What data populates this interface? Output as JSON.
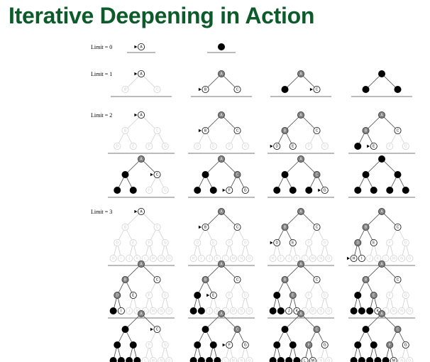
{
  "title": "Iterative Deepening in Action",
  "colors": {
    "title": "#0d5a2a",
    "expanded": "#808080",
    "goal": "#000000",
    "unexplored": "#d0d0d0",
    "current_fill": "#ffffff",
    "ground": "#777777"
  },
  "legend_states": {
    "current": "open node with marker arrow",
    "frontier": "open node",
    "expanded": "gray node",
    "done": "black node",
    "unexplored": "light gray node"
  },
  "node_labels": [
    "A",
    "B",
    "C",
    "D",
    "E",
    "F",
    "G",
    "H",
    "I",
    "J",
    "K",
    "L",
    "M",
    "N",
    "O"
  ],
  "rows": [
    {
      "label": "Limit = 0",
      "depth": 0,
      "panels": [
        {
          "states": [
            "C"
          ]
        },
        {
          "states": [
            "X"
          ]
        }
      ]
    },
    {
      "label": "Limit = 1",
      "depth": 1,
      "panels": [
        {
          "states": [
            "C",
            "u",
            "u"
          ]
        },
        {
          "states": [
            "E",
            "C",
            "F"
          ]
        },
        {
          "states": [
            "E",
            "X",
            "C"
          ]
        },
        {
          "states": [
            "X",
            "X",
            "X"
          ]
        }
      ]
    },
    {
      "label": "Limit = 2",
      "depth": 2,
      "panels": [
        {
          "states": [
            "C",
            "u",
            "u",
            "u",
            "u",
            "u",
            "u"
          ]
        },
        {
          "states": [
            "E",
            "C",
            "F",
            "u",
            "u",
            "u",
            "u"
          ]
        },
        {
          "states": [
            "E",
            "E",
            "F",
            "C",
            "F",
            "u",
            "u"
          ]
        },
        {
          "states": [
            "E",
            "E",
            "F",
            "X",
            "C",
            "u",
            "u"
          ]
        }
      ]
    },
    {
      "label": "",
      "depth": 2,
      "panels": [
        {
          "states": [
            "E",
            "X",
            "C",
            "X",
            "X",
            "u",
            "u"
          ]
        },
        {
          "states": [
            "E",
            "X",
            "E",
            "X",
            "X",
            "C",
            "F"
          ]
        },
        {
          "states": [
            "E",
            "X",
            "E",
            "X",
            "X",
            "X",
            "C"
          ]
        },
        {
          "states": [
            "X",
            "X",
            "X",
            "X",
            "X",
            "X",
            "X"
          ]
        }
      ]
    },
    {
      "label": "Limit = 3",
      "depth": 3,
      "panels": [
        {
          "states": [
            "C",
            "u",
            "u",
            "u",
            "u",
            "u",
            "u",
            "u",
            "u",
            "u",
            "u",
            "u",
            "u",
            "u",
            "u"
          ]
        },
        {
          "states": [
            "E",
            "C",
            "F",
            "u",
            "u",
            "u",
            "u",
            "u",
            "u",
            "u",
            "u",
            "u",
            "u",
            "u",
            "u"
          ]
        },
        {
          "states": [
            "E",
            "E",
            "F",
            "C",
            "F",
            "u",
            "u",
            "u",
            "u",
            "u",
            "u",
            "u",
            "u",
            "u",
            "u"
          ]
        },
        {
          "states": [
            "E",
            "E",
            "F",
            "E",
            "F",
            "u",
            "u",
            "C",
            "F",
            "u",
            "u",
            "u",
            "u",
            "u",
            "u"
          ]
        }
      ]
    },
    {
      "label": "",
      "depth": 3,
      "panels": [
        {
          "states": [
            "E",
            "E",
            "F",
            "E",
            "F",
            "u",
            "u",
            "X",
            "C",
            "u",
            "u",
            "u",
            "u",
            "u",
            "u"
          ]
        },
        {
          "states": [
            "E",
            "E",
            "F",
            "X",
            "C",
            "u",
            "u",
            "X",
            "X",
            "u",
            "u",
            "u",
            "u",
            "u",
            "u"
          ]
        },
        {
          "states": [
            "E",
            "E",
            "F",
            "X",
            "E",
            "u",
            "u",
            "X",
            "X",
            "C",
            "F",
            "u",
            "u",
            "u",
            "u"
          ]
        },
        {
          "states": [
            "E",
            "E",
            "F",
            "X",
            "E",
            "u",
            "u",
            "X",
            "X",
            "X",
            "C",
            "u",
            "u",
            "u",
            "u"
          ]
        }
      ]
    },
    {
      "label": "",
      "depth": 3,
      "panels": [
        {
          "states": [
            "E",
            "X",
            "C",
            "X",
            "X",
            "u",
            "u",
            "X",
            "X",
            "X",
            "X",
            "u",
            "u",
            "u",
            "u"
          ]
        },
        {
          "states": [
            "E",
            "X",
            "E",
            "X",
            "X",
            "C",
            "F",
            "X",
            "X",
            "X",
            "X",
            "u",
            "u",
            "u",
            "u"
          ]
        },
        {
          "states": [
            "E",
            "X",
            "E",
            "X",
            "X",
            "E",
            "F",
            "X",
            "X",
            "X",
            "X",
            "C",
            "F",
            "u",
            "u"
          ]
        },
        {
          "states": [
            "E",
            "X",
            "E",
            "X",
            "X",
            "E",
            "F",
            "X",
            "X",
            "X",
            "X",
            "X",
            "C",
            "u",
            "u"
          ]
        }
      ]
    }
  ]
}
